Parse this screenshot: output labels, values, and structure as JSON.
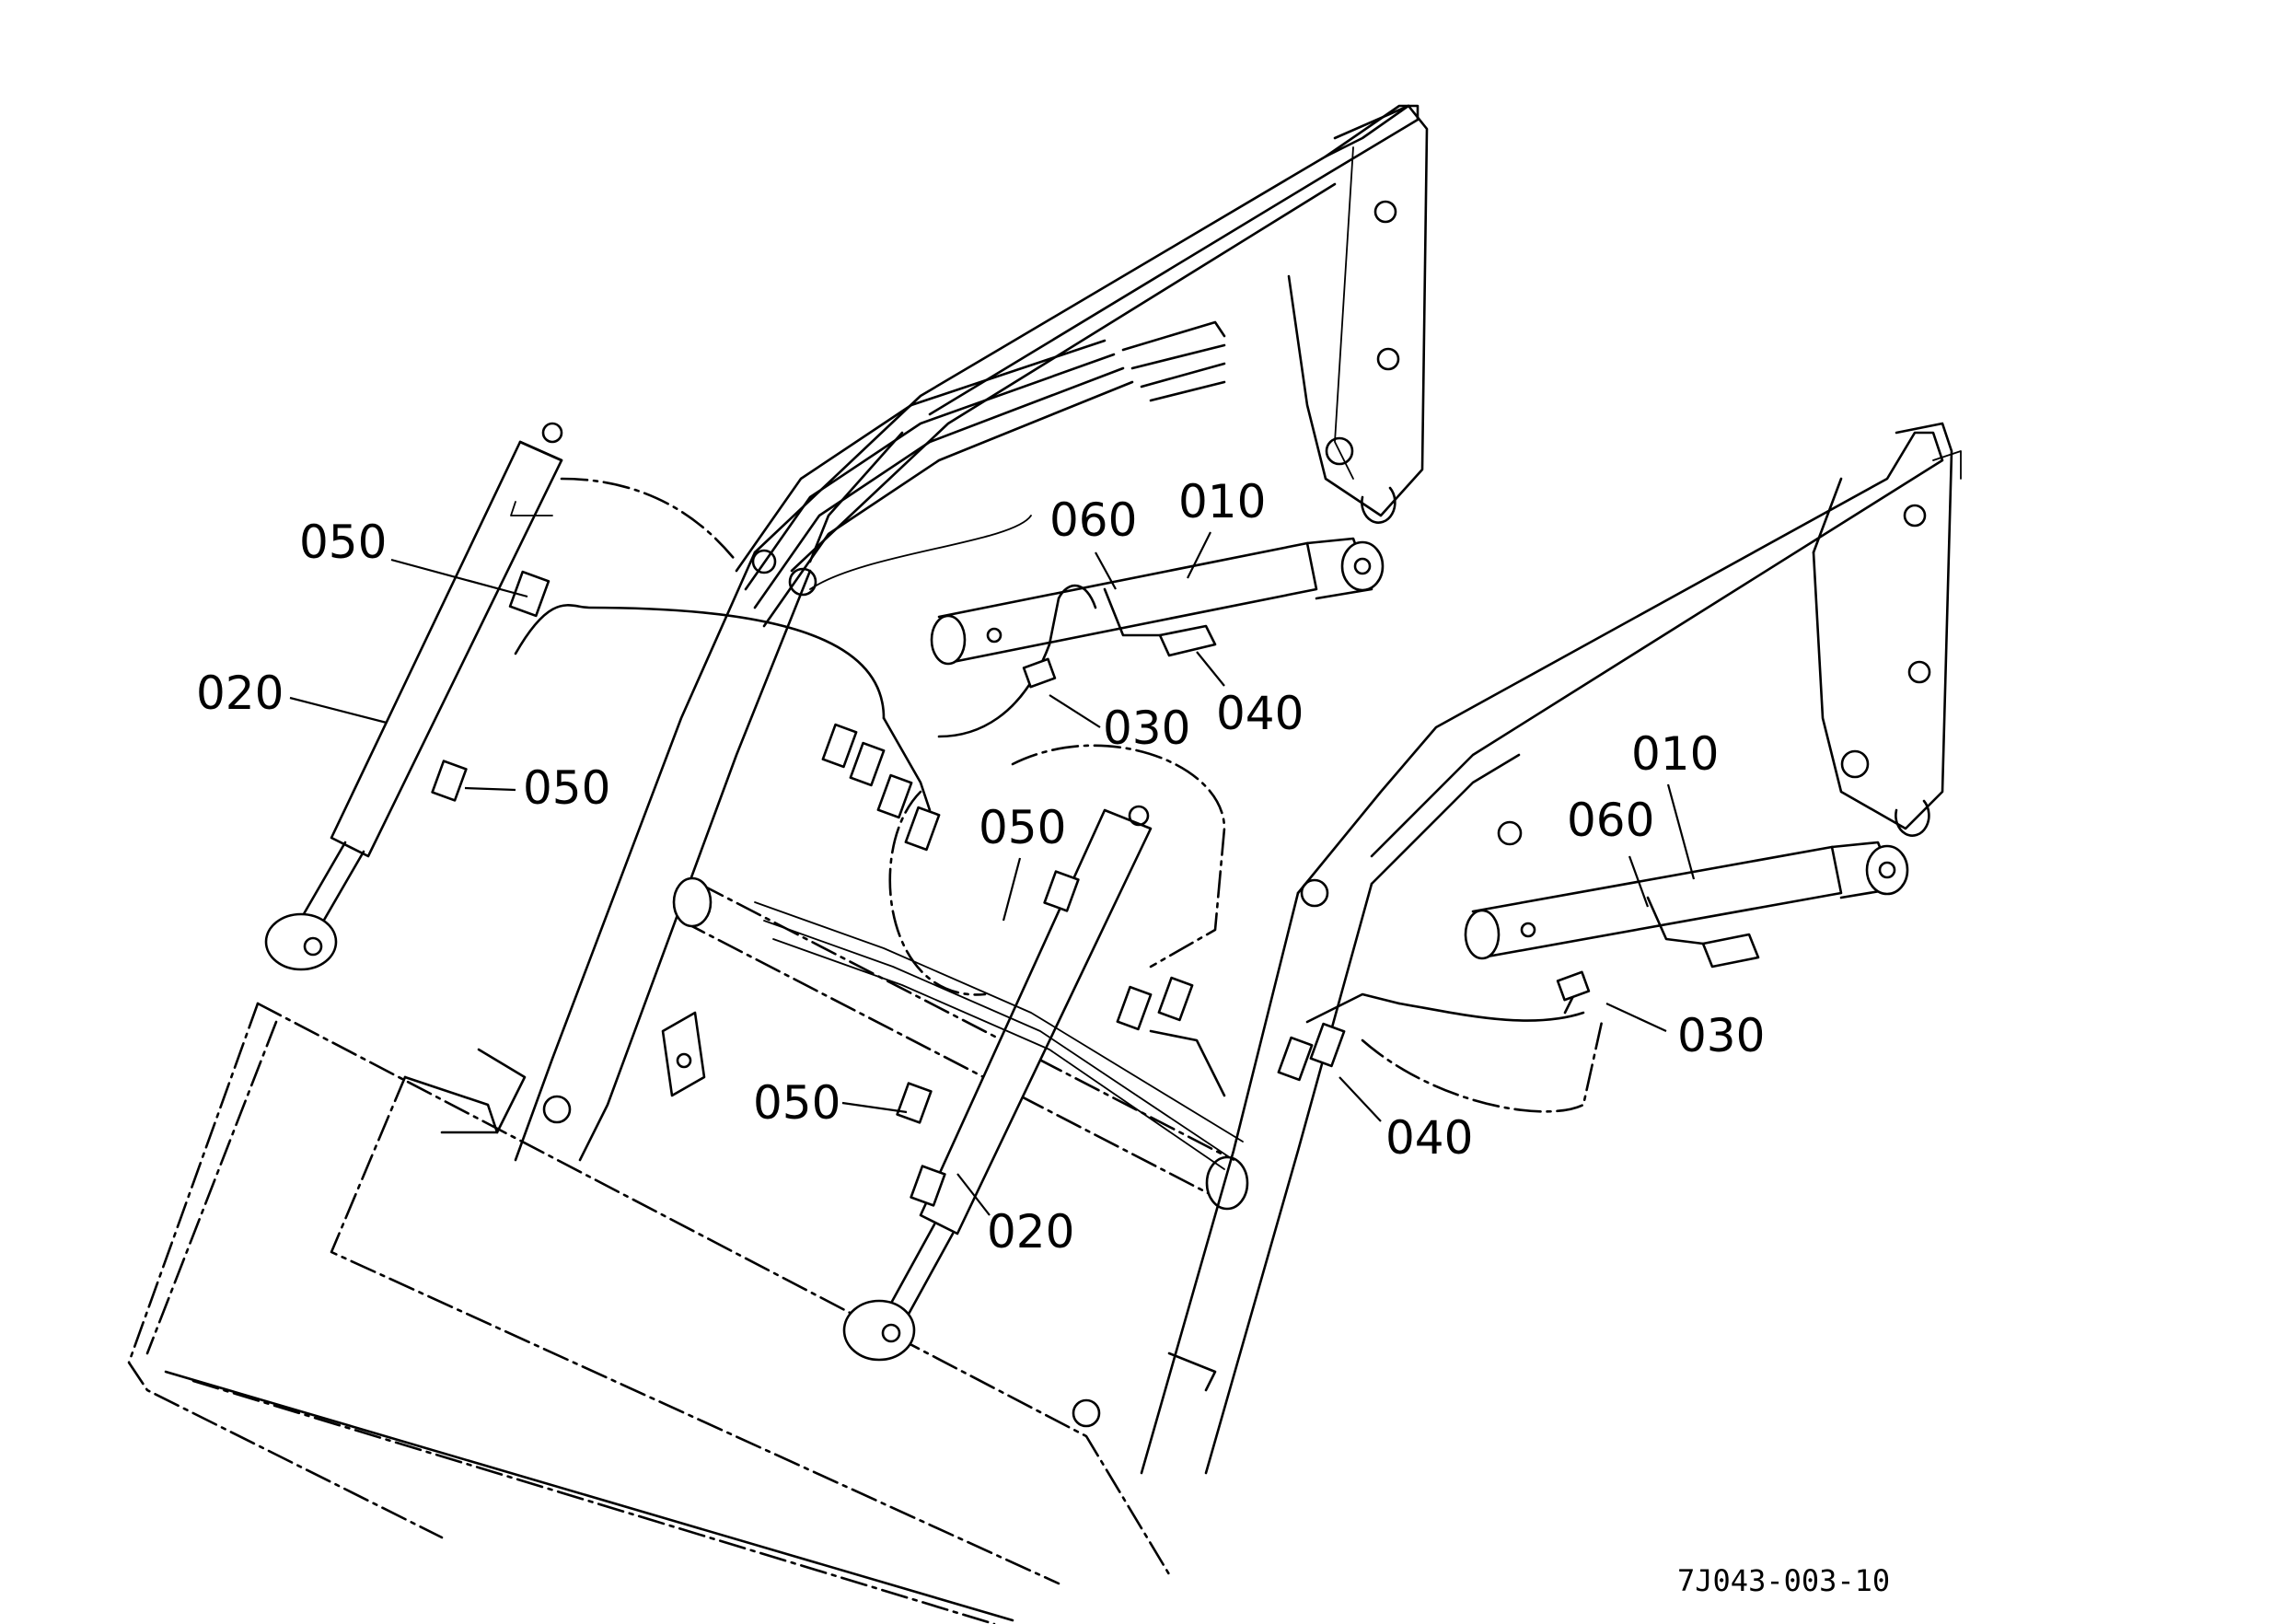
{
  "figure_id": "7J043-003-10",
  "callouts": [
    {
      "key": "c-010-left",
      "text": "010"
    },
    {
      "key": "c-060-left",
      "text": "060"
    },
    {
      "key": "c-050-top-left",
      "text": "050"
    },
    {
      "key": "c-020-left",
      "text": "020"
    },
    {
      "key": "c-050-mid-left",
      "text": "050"
    },
    {
      "key": "c-030-left",
      "text": "030"
    },
    {
      "key": "c-040-left",
      "text": "040"
    },
    {
      "key": "c-010-right",
      "text": "010"
    },
    {
      "key": "c-060-right",
      "text": "060"
    },
    {
      "key": "c-050-center",
      "text": "050"
    },
    {
      "key": "c-030-right",
      "text": "030"
    },
    {
      "key": "c-050-lower",
      "text": "050"
    },
    {
      "key": "c-040-right",
      "text": "040"
    },
    {
      "key": "c-020-center",
      "text": "020"
    }
  ]
}
